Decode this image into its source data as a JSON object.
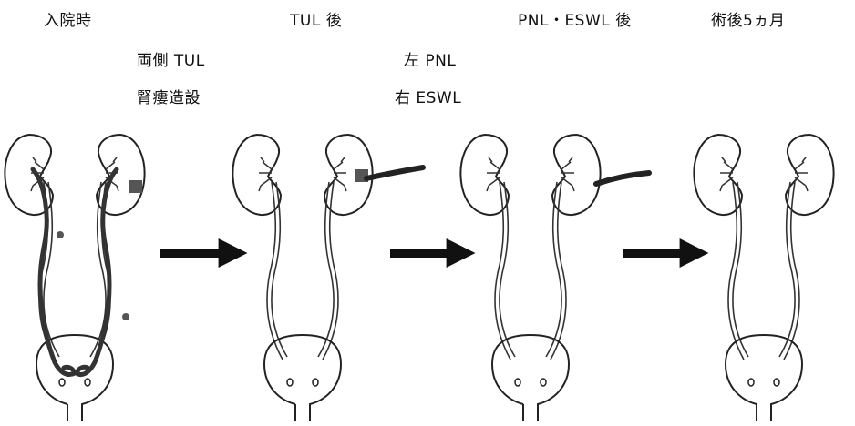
{
  "stages": [
    {
      "label": "入院時"
    },
    {
      "label": "TUL 後"
    },
    {
      "label": "PNL・ESWL 後"
    },
    {
      "label": "術後5ヵ月"
    }
  ],
  "procedures": [
    {
      "label": "両側 TUL"
    },
    {
      "label": "腎瘻造設"
    },
    {
      "label": "左 PNL"
    },
    {
      "label": "右 ESWL"
    }
  ]
}
